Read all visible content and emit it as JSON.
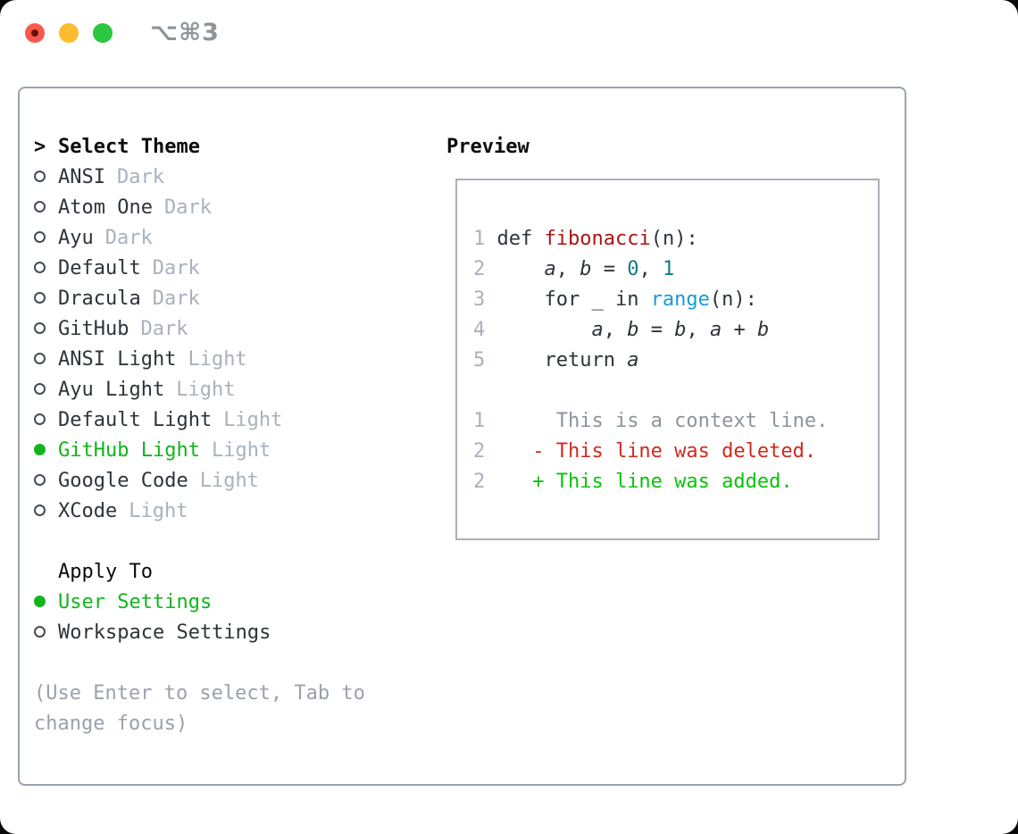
{
  "window": {
    "title": "⌥⌘3"
  },
  "colors": {
    "selected_green": "#12b41c",
    "added_green": "#0cc20d",
    "deleted_red": "#cf2a1e",
    "function_red": "#a81512",
    "number_teal": "#137a81",
    "builtin_blue": "#199bd6",
    "muted_gray": "#a8b1bd",
    "traffic_red": "#f7594e",
    "traffic_yellow": "#fdbc2f",
    "traffic_green": "#2bc840"
  },
  "theme_selector": {
    "header_prefix": ">",
    "header": "Select Theme",
    "items": [
      {
        "name": "ANSI",
        "variant": "Dark",
        "selected": false
      },
      {
        "name": "Atom One",
        "variant": "Dark",
        "selected": false
      },
      {
        "name": "Ayu",
        "variant": "Dark",
        "selected": false
      },
      {
        "name": "Default",
        "variant": "Dark",
        "selected": false
      },
      {
        "name": "Dracula",
        "variant": "Dark",
        "selected": false
      },
      {
        "name": "GitHub",
        "variant": "Dark",
        "selected": false
      },
      {
        "name": "ANSI Light",
        "variant": "Light",
        "selected": false
      },
      {
        "name": "Ayu Light",
        "variant": "Light",
        "selected": false
      },
      {
        "name": "Default Light",
        "variant": "Light",
        "selected": false
      },
      {
        "name": "GitHub Light",
        "variant": "Light",
        "selected": true
      },
      {
        "name": "Google Code",
        "variant": "Light",
        "selected": false
      },
      {
        "name": "XCode",
        "variant": "Light",
        "selected": false
      }
    ]
  },
  "apply_to": {
    "header": "Apply To",
    "options": [
      {
        "label": "User Settings",
        "selected": true
      },
      {
        "label": "Workspace Settings",
        "selected": false
      }
    ]
  },
  "hint_lines": [
    "(Use Enter to select, Tab to",
    "change focus)"
  ],
  "preview": {
    "heading": "Preview",
    "code": {
      "r1": [
        "1 ",
        "def ",
        "fibonacci",
        "(n):"
      ],
      "r2": [
        "2 ",
        "    ",
        "a",
        ", ",
        "b",
        " = ",
        "0",
        ", ",
        "1"
      ],
      "r3": [
        "3 ",
        "    for _ in ",
        "range",
        "(n):"
      ],
      "r4": [
        "4 ",
        "        ",
        "a",
        ", ",
        "b",
        " = ",
        "b",
        ", ",
        "a",
        " + ",
        "b"
      ],
      "r5": [
        "5 ",
        "    return ",
        "a"
      ],
      "r7": [
        "1",
        "      This is a context line."
      ],
      "r8": [
        "2",
        "    - This line was deleted."
      ],
      "r9": [
        "2",
        "    + This line was added."
      ]
    }
  }
}
